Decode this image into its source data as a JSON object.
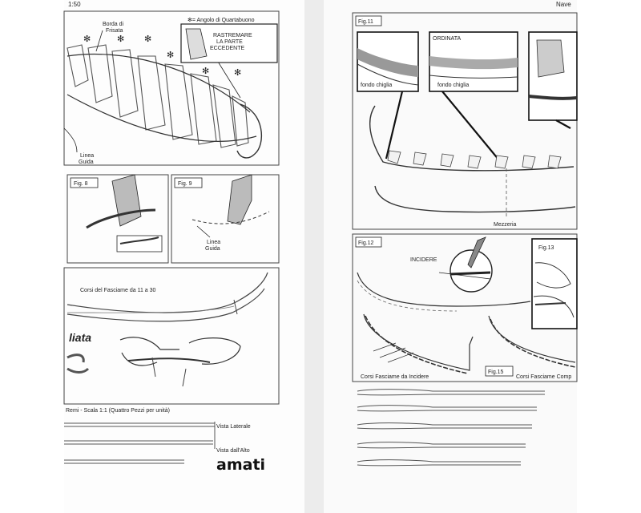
{
  "left_page": {
    "scale": "1:50",
    "top": {
      "borda_label": "Borda di Frisata",
      "legend": "✻= Angolo di Quartabuono",
      "callout": [
        "RASTREMARE",
        "LA PARTE",
        "ECCEDENTE"
      ],
      "linea_guida": [
        "Linea",
        "Guida"
      ]
    },
    "fig8": {
      "title": "Fig. 8"
    },
    "fig9": {
      "title": "Fig. 9",
      "linea_guida": [
        "Linea",
        "Guida"
      ]
    },
    "corsi_caption": "Corsi del Fasciame da 11 a 30",
    "partial_script": "liata",
    "remi": {
      "caption": "Remi - Scala 1:1 (Quattro Pezzi per unità)",
      "vista_laterale": "Vista Laterale",
      "vista_alto": "Vista dall'Alto"
    },
    "brand": "amati"
  },
  "right_page": {
    "header": "Nave",
    "fig11": {
      "title": "Fig.11",
      "ordinata": "ORDINATA",
      "fondo_chiglia_1": "fondo chiglia",
      "fondo_chiglia_2": "fondo chiglia",
      "mezzeria": "Mezzeria"
    },
    "fig12": {
      "title": "Fig.12",
      "incidere": "INCIDERE",
      "corsi": "Corsi Fasciame da Incidere"
    },
    "fig13": {
      "title": "Fig.13"
    },
    "fig15": {
      "title": "Fig.15",
      "corsi": "Corsi Fasciame Comp"
    }
  }
}
